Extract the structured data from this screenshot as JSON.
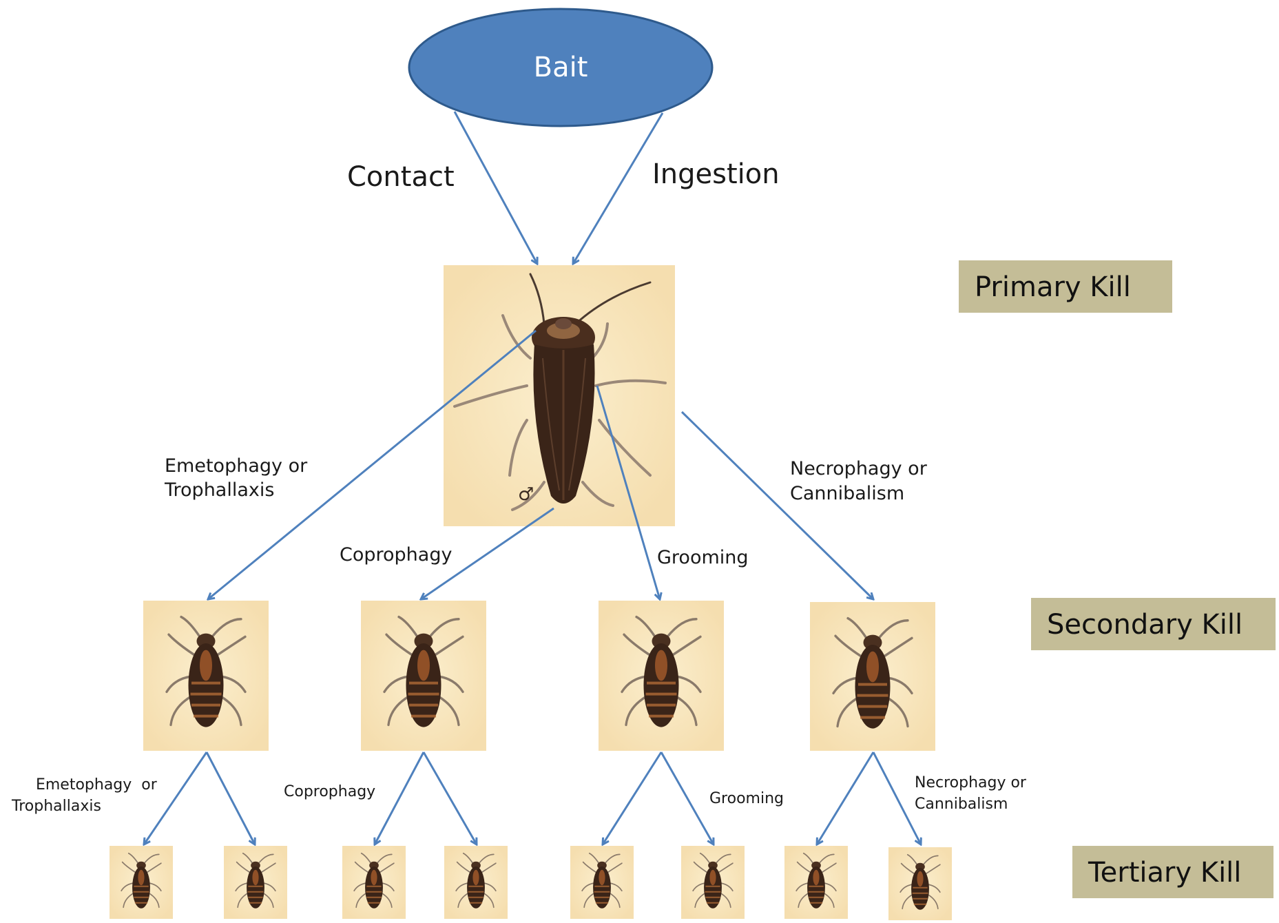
{
  "bait": {
    "label": "Bait"
  },
  "routes": {
    "contact": "Contact",
    "ingestion": "Ingestion"
  },
  "transfer_labels": {
    "emetophagy": [
      "Emetophagy or",
      "Trophallaxis"
    ],
    "coprophagy": "Coprophagy",
    "grooming": "Grooming",
    "necrophagy": [
      "Necrophagy or",
      "Cannibalism"
    ]
  },
  "tertiary_labels": {
    "emetophagy": [
      "Emetophagy  or",
      "Trophallaxis"
    ],
    "coprophagy": "Coprophagy",
    "grooming": "Grooming",
    "necrophagy": [
      "Necrophagy or",
      "Cannibalism"
    ]
  },
  "kill_levels": {
    "primary": "Primary Kill",
    "secondary": "Secondary Kill",
    "tertiary": "Tertiary Kill"
  },
  "male_symbol": "♂",
  "colors": {
    "bait_fill": "#4f81bd",
    "bait_stroke": "#2e5a8c",
    "arrow": "#4f81bd",
    "photo_bg": "#f7e3b8",
    "kill_box": "#c4bd97",
    "roach_body": "#3a2418",
    "roach_stripe": "#a0582a"
  }
}
